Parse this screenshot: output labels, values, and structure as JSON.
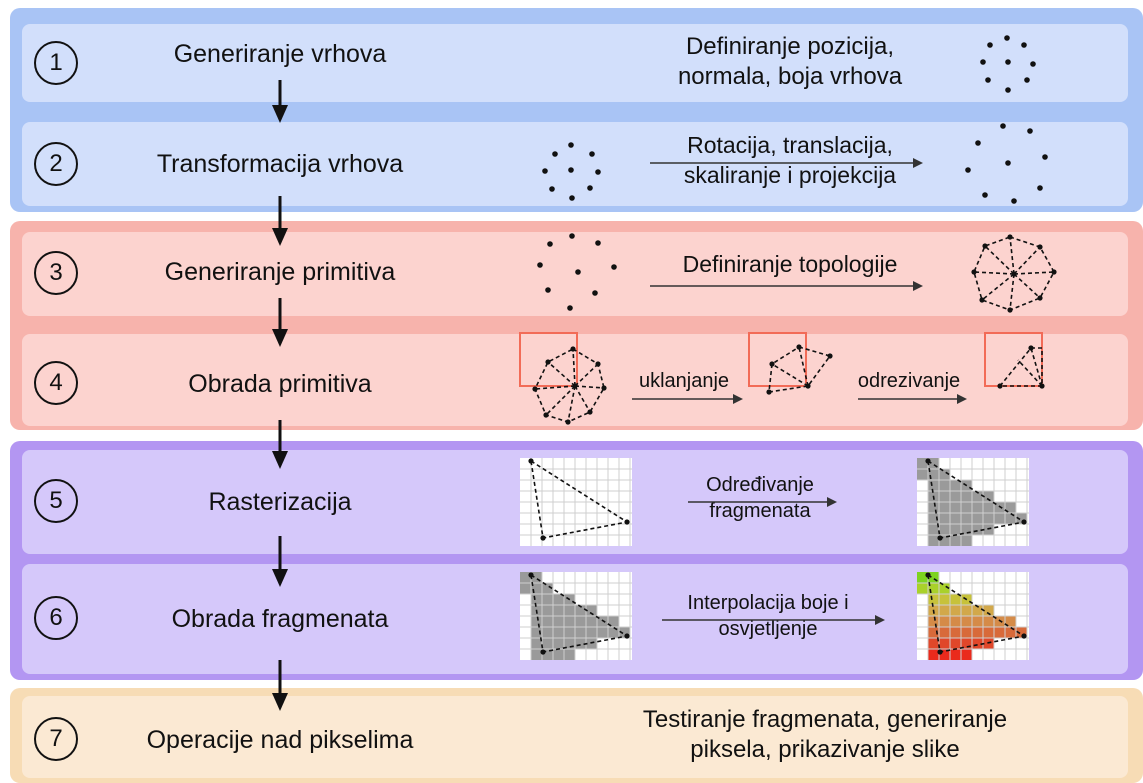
{
  "steps": [
    {
      "number": "1",
      "label": "Generiranje vrhova",
      "description": "Definiranje pozicija,\nnormala, boja vrhova"
    },
    {
      "number": "2",
      "label": "Transformacija vrhova",
      "description": "Rotacija, translacija,\nskaliranje i projekcija"
    },
    {
      "number": "3",
      "label": "Generiranje primitiva",
      "description": "Definiranje topologije"
    },
    {
      "number": "4",
      "label": "Obrada primitiva",
      "description_a": "uklanjanje",
      "description_b": "odrezivanje"
    },
    {
      "number": "5",
      "label": "Rasterizacija",
      "description": "Određivanje\nfragmenata"
    },
    {
      "number": "6",
      "label": "Obrada fragmenata",
      "description": "Interpolacija boje i\nosvjetljenje"
    },
    {
      "number": "7",
      "label": "Operacije nad pikselima",
      "description": "Testiranje fragmenata, generiranje\npiksela, prikazivanje slike"
    }
  ],
  "colors": {
    "stage_vertex": "#a9c4f5",
    "stage_primitive": "#f7b3ac",
    "stage_fragment": "#b396f2",
    "stage_pixel": "#f7dcb5",
    "clip_box": "#f26b57",
    "fragment_gray": "#9a9a9a"
  }
}
